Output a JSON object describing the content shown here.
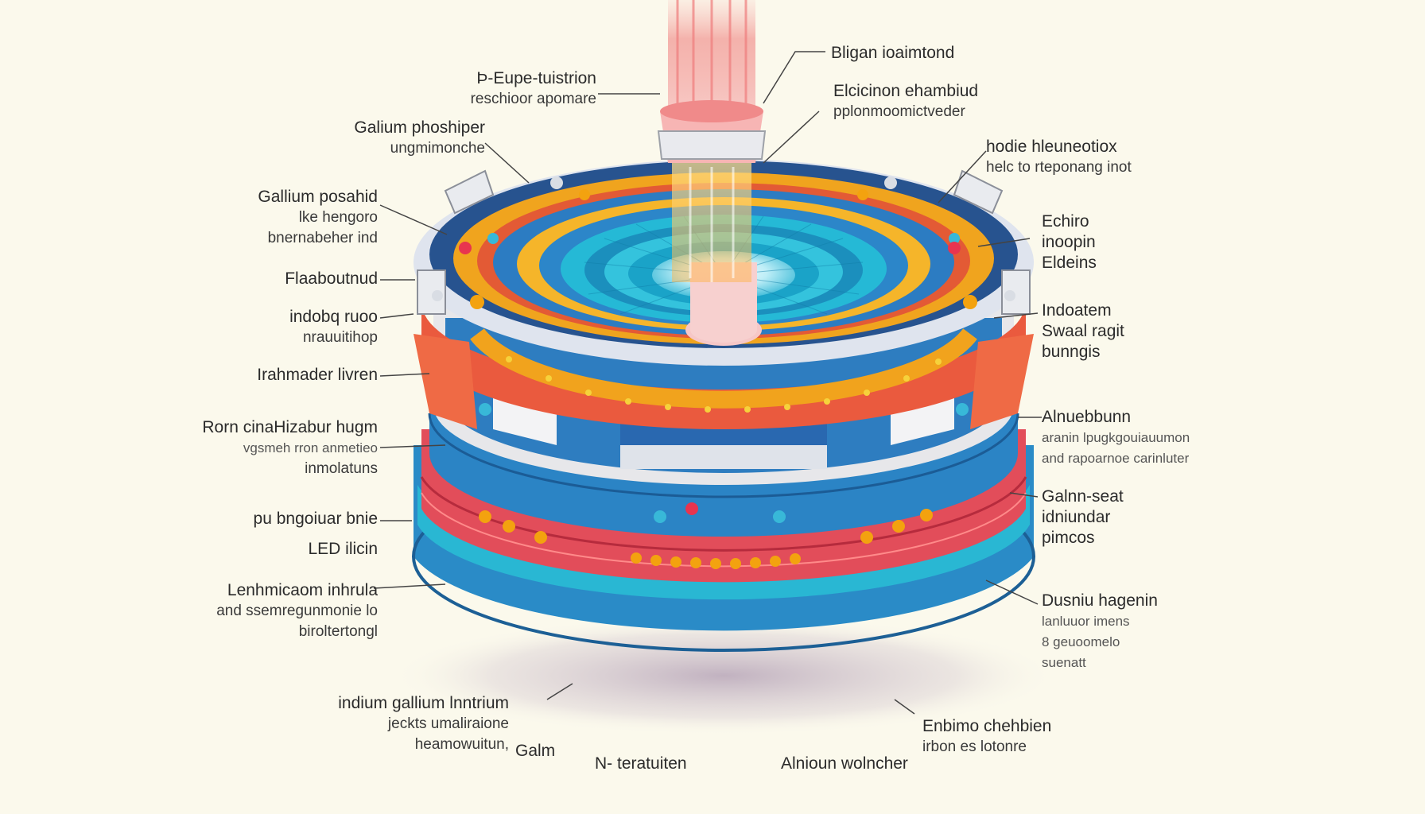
{
  "colors": {
    "background": "#fbf9ec",
    "beam": "#f4a6a6",
    "beam_glow": "#ffd37a",
    "cyan_ring": "#1fb6d6",
    "blue_ring": "#2a74c2",
    "orange_ring": "#f0a21c",
    "red_ring": "#e8503f",
    "navy_rim": "#274f8f",
    "leader_line": "#444444"
  },
  "labels_left": [
    {
      "lines": [
        "Þ-Eupe-tuistrion",
        "reschioor apomare"
      ]
    },
    {
      "lines": [
        "Galium phoshiper",
        "ungmimonche"
      ]
    },
    {
      "lines": [
        "Gallium posahid",
        "lke hengoro",
        "bnernabeher ind"
      ]
    },
    {
      "lines": [
        "Flaaboutnud"
      ]
    },
    {
      "lines": [
        "indobq ruoo",
        "nrauuitihop"
      ]
    },
    {
      "lines": [
        "Irahmader livren"
      ]
    },
    {
      "lines": [
        "Rorn cinaHizabur hugm",
        "vgsmeh rron anmetieo",
        "inmolatuns"
      ]
    },
    {
      "lines": [
        "pu bngoiuar bnie"
      ]
    },
    {
      "lines": [
        "LED ilicin"
      ]
    },
    {
      "lines": [
        "Lenhmicaom inhrula",
        "and ssemregunmonie lo",
        "biroltertongl"
      ]
    },
    {
      "lines": [
        "indium gallium lnntrium",
        "jeckts umaliraione",
        "heamowuitun,"
      ]
    }
  ],
  "labels_right": [
    {
      "lines": [
        "Bligan ioaimtond"
      ]
    },
    {
      "lines": [
        "Elcicinon ehambiud",
        "pplonmoomictveder"
      ]
    },
    {
      "lines": [
        "hodie hleuneotiox",
        "helc to rteponang inot"
      ]
    },
    {
      "lines": [
        "Echiro",
        "inoopin",
        "Eldeins"
      ]
    },
    {
      "lines": [
        "Indoatem",
        "Swaal ragit",
        "bunngis"
      ]
    },
    {
      "lines": [
        "Alnuebbunn",
        "aranin lpugkgouiauumon",
        "and rapoarnoe carinluter"
      ]
    },
    {
      "lines": [
        "Galnn-seat",
        "idniundar",
        "pimcos"
      ]
    },
    {
      "lines": [
        "Dusniu hagenin",
        "lanluuor imens",
        "8 geuoomelo",
        "suenatt"
      ]
    },
    {
      "lines": [
        "Enbimo chehbien",
        "irbon es lotonre"
      ]
    }
  ],
  "labels_bottom": [
    {
      "lines": [
        "Galm"
      ]
    },
    {
      "lines": [
        "N- teratuiten"
      ]
    },
    {
      "lines": [
        "Alnioun wolncher"
      ]
    }
  ]
}
